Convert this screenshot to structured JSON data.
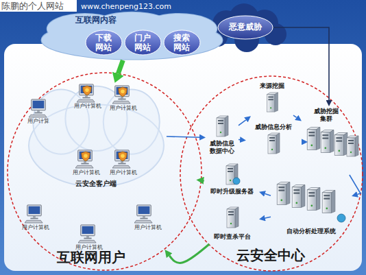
{
  "diagram": {
    "nodes": [
      {
        "text": [
          "互联网内容"
        ]
      },
      {
        "text": [
          "下载 网站"
        ],
        "in": 0
      },
      {
        "text": [
          "门户 网站"
        ],
        "in": 0
      },
      {
        "text": [
          "搜索 网站"
        ],
        "in": 0
      },
      {
        "text": [
          "恶意威胁"
        ]
      },
      {
        "text": [
          "互联网用户"
        ]
      },
      {
        "text": [
          "云安全客户端"
        ],
        "in": 5
      },
      {
        "text": [
          "云安全中心"
        ]
      },
      {
        "text": [
          "威胁信息 数据中心"
        ],
        "in": 7
      },
      {
        "text": [
          "来源挖掘"
        ],
        "in": 7
      },
      {
        "text": [
          "威胁信息分析"
        ],
        "in": 7
      },
      {
        "text": [
          "威胁挖掘 集群"
        ],
        "in": 7
      },
      {
        "text": [
          "即时升级服务器"
        ],
        "in": 7
      },
      {
        "text": [
          "自动分析处理系统"
        ],
        "in": 7
      },
      {
        "text": [
          "即时查杀平台"
        ],
        "in": 7
      }
    ],
    "edges": [
      {
        "from": 0,
        "to": 6,
        "arrow": "to"
      },
      {
        "from": 6,
        "to": 8,
        "arrow": "to"
      },
      {
        "from": 8,
        "to": 9,
        "arrow": "to"
      },
      {
        "from": 8,
        "to": 10,
        "arrow": "to"
      },
      {
        "from": 9,
        "to": 11,
        "arrow": "to"
      },
      {
        "from": 10,
        "to": 11,
        "arrow": "to"
      },
      {
        "from": 4,
        "to": 11,
        "arrow": "to"
      },
      {
        "from": 11,
        "to": 13,
        "arrow": "to"
      },
      {
        "from": 13,
        "to": 12,
        "arrow": "to"
      },
      {
        "from": 13,
        "to": 14,
        "arrow": "to"
      },
      {
        "from": 12,
        "to": 5,
        "arrow": "to"
      },
      {
        "from": 14,
        "to": 5,
        "arrow": "to"
      }
    ],
    "labels": [
      "陈鹏的个人网站",
      "www.chenpeng123.com",
      "用户计算机",
      "用户计算机",
      "用户计算",
      "用户计算机",
      "用户计算机",
      "用户计算机",
      "用户计算机",
      "用户计算机"
    ]
  }
}
